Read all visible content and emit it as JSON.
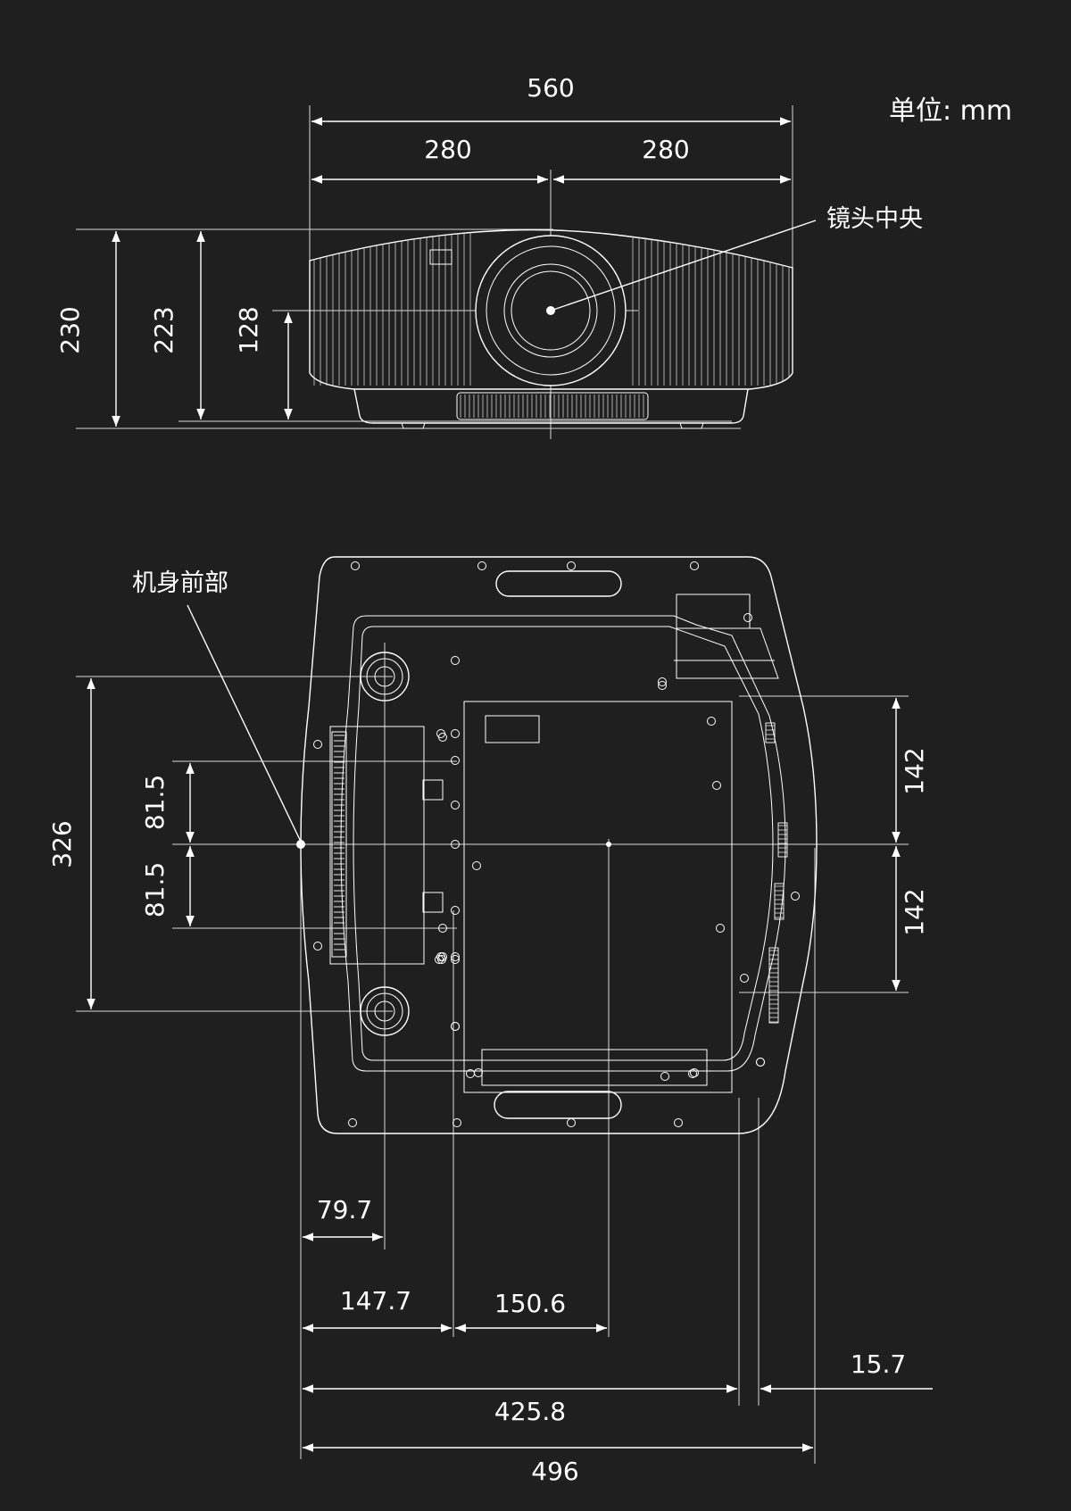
{
  "unit_label": "单位: mm",
  "front_view": {
    "width_total": "560",
    "width_left_half": "280",
    "width_right_half": "280",
    "height_total": "230",
    "height_body": "223",
    "height_lens_center": "128",
    "lens_center_label": "镜头中央"
  },
  "bottom_view": {
    "front_label": "机身前部",
    "depth_total": "326",
    "offset_upper": "81.5",
    "offset_lower": "81.5",
    "right_upper": "142",
    "right_lower": "142",
    "foot_offset": "79.7",
    "offset_147": "147.7",
    "offset_150": "150.6",
    "offset_15": "15.7",
    "length_425": "425.8",
    "length_total": "496"
  },
  "colors": {
    "background": "#1f1f1f",
    "line": "#ffffff"
  }
}
